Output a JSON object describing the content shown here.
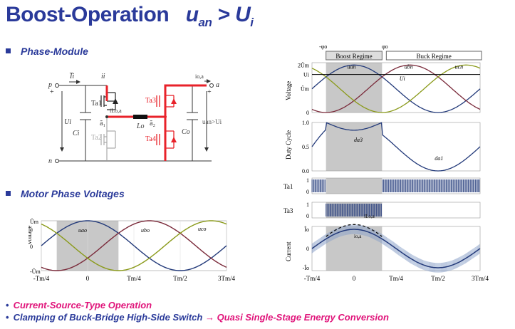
{
  "title": {
    "main": "Boost-Operation",
    "lhs": "u",
    "lhs_sub": "an",
    "op": ">",
    "rhs": "U",
    "rhs_sub": "i"
  },
  "sections": {
    "phase_module": "Phase-Module",
    "motor_voltages": "Motor Phase Voltages"
  },
  "bullets": {
    "b1": "Current-Source-Type Operation",
    "b2_a": "Clamping of Buck-Bridge High-Side Switch",
    "b2_arrow": "→",
    "b2_b": "Quasi Single-Stage Energy Conversion"
  },
  "colors": {
    "title": "#2a3a9a",
    "accent": "#e0147a",
    "wave_a": "#233a7a",
    "wave_b": "#7a2a3a",
    "wave_c": "#8a9a1a",
    "red": "#e8222a",
    "shade": "#c8c8c8"
  },
  "circuit": {
    "node_p": "p",
    "node_n": "n",
    "node_a": "a",
    "plus": "+",
    "I_i": "I̅i",
    "i_i": "ii",
    "U_i": "Ui",
    "C_i": "Ci",
    "T_a1": "Ta1",
    "T_a2": "Ta2",
    "T_a3": "Ta3",
    "T_a4": "Ta4",
    "a1": "ã₁",
    "a2": "ã₂",
    "L_o": "Lo",
    "C_o": "Co",
    "i_Lo": "iLo,a",
    "i_o": "io,a",
    "u_an": "uan>Ui"
  },
  "chart_data": [
    {
      "type": "line",
      "name": "motor-phase-voltages",
      "ylabel": "Voltage",
      "x_ticks": [
        "-Tm/4",
        "0",
        "Tm/4",
        "Tm/2",
        "3Tm/4"
      ],
      "y_ticks": [
        "Ûm",
        "0",
        "-Ûm"
      ],
      "x": [
        -0.25,
        0.75
      ],
      "boost_region": [
        -0.1667,
        0.1667
      ],
      "series": [
        {
          "name": "uao",
          "phase_deg": 0
        },
        {
          "name": "ubo",
          "phase_deg": -120
        },
        {
          "name": "uco",
          "phase_deg": 120
        }
      ]
    },
    {
      "type": "line",
      "name": "voltage",
      "ylabel": "Voltage",
      "y_ticks": [
        "2Ûm",
        "Ui",
        "Ûm",
        "0"
      ],
      "regimes": {
        "boost": "Boost Regime",
        "buck": "Buck Regime"
      },
      "phi_neg": "-φo",
      "phi_pos": "φo",
      "series": [
        {
          "name": "uan"
        },
        {
          "name": "ubn"
        },
        {
          "name": "ucn"
        },
        {
          "name": "Ui",
          "value": 1.6
        }
      ]
    },
    {
      "type": "line",
      "name": "duty-cycle",
      "ylabel": "Duty Cycle",
      "y_ticks": [
        "1.0",
        "0.5",
        "0.0"
      ],
      "ylim": [
        0,
        1
      ],
      "labels": {
        "d_a3": "da3",
        "d_a1": "da1"
      }
    },
    {
      "type": "line",
      "name": "t-a1",
      "ylabel": "Ta1",
      "y_ticks": [
        "1",
        "0"
      ]
    },
    {
      "type": "line",
      "name": "t-a3",
      "ylabel": "Ta3",
      "y_ticks": [
        "1",
        "0"
      ]
    },
    {
      "type": "line",
      "name": "current",
      "ylabel": "Current",
      "y_ticks": [
        "Îo",
        "0",
        "-Îo"
      ],
      "labels": {
        "i_Lo": "iLo,a",
        "i_o": "io,a"
      },
      "x_ticks": [
        "-Tm/4",
        "0",
        "Tm/4",
        "Tm/2",
        "3Tm/4"
      ]
    }
  ]
}
